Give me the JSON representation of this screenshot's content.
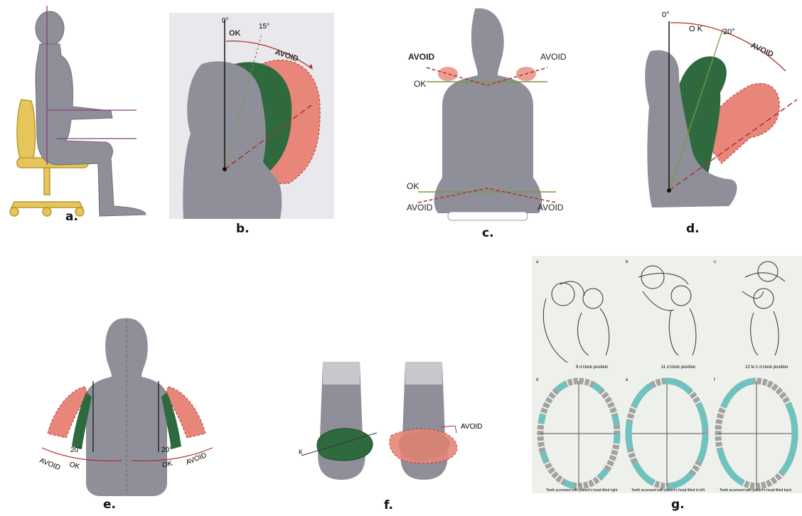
{
  "colors": {
    "body_gray": "#8e8f99",
    "green": "#2f6a3f",
    "pink": "#e8867a",
    "chair_yellow": "#e6c65a",
    "line_purple": "#8a3d7a",
    "accent_red": "#b03030",
    "ok_green": "#7a9a3a"
  },
  "panels": {
    "a": {
      "caption": "a."
    },
    "b": {
      "caption": "b.",
      "angle_zero": "0°",
      "angle_limit": "15°",
      "ok": "OK",
      "avoid": "AVOID"
    },
    "c": {
      "caption": "c.",
      "avoid_top_left": "AVOID",
      "avoid_top_right": "AVOID",
      "ok_top": "OK",
      "ok_bottom": "OK",
      "avoid_bottom_left": "AVOID",
      "avoid_bottom_right": "AVOID"
    },
    "d": {
      "caption": "d.",
      "angle_zero": "0°",
      "ok": "O K",
      "angle_limit": "20°",
      "avoid": "AVOID"
    },
    "e": {
      "caption": "e.",
      "avoid_left": "AVOID",
      "ok_left": "OK",
      "angle_left": "20°",
      "angle_right": "20°",
      "ok_right": "OK",
      "avoid_right": "AVOID"
    },
    "f": {
      "caption": "f.",
      "avoid": "AVOID",
      "ok": "K"
    },
    "g": {
      "caption": "g.",
      "sub_letters": [
        "a",
        "b",
        "c",
        "d",
        "e",
        "f"
      ],
      "positions": [
        "9 o'clock position",
        "11 o'clock position",
        "12 to 1 o'clock position"
      ],
      "teeth_captions": [
        "Teeth accessed with patient's head tilted right",
        "Teeth accessed with patient's head tilted to left",
        "Teeth accessed with patient's head tilted back"
      ]
    }
  }
}
